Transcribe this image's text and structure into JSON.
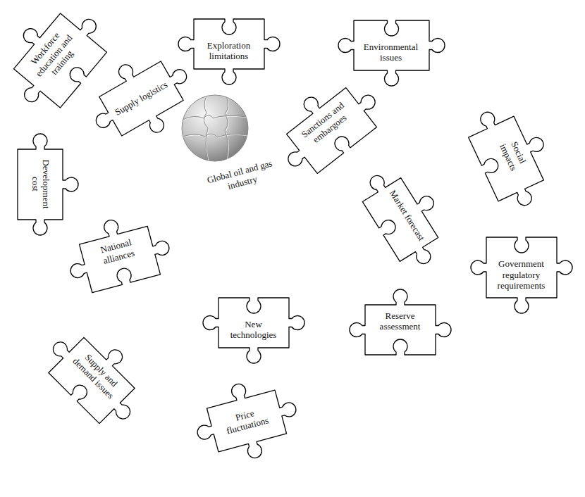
{
  "diagram": {
    "nodes": [
      {
        "text": [
          "Workforce education and training"
        ]
      },
      {
        "text": [
          "Exploration limitations"
        ]
      },
      {
        "text": [
          "Environmental issues"
        ]
      },
      {
        "text": [
          "Supply logistics"
        ]
      },
      {
        "text": [
          "Global oil and gas industry"
        ]
      },
      {
        "text": [
          "Sanctions and embargoes"
        ]
      },
      {
        "text": [
          "Development cost"
        ]
      },
      {
        "text": [
          "Social impacts"
        ]
      },
      {
        "text": [
          "Market forecast"
        ]
      },
      {
        "text": [
          "National alliances"
        ]
      },
      {
        "text": [
          "Government regulatory requirements"
        ]
      },
      {
        "text": [
          "New technologies"
        ]
      },
      {
        "text": [
          "Reserve assessment"
        ]
      },
      {
        "text": [
          "Supply and demand issues"
        ]
      },
      {
        "text": [
          "Price fluctuations"
        ]
      }
    ]
  }
}
